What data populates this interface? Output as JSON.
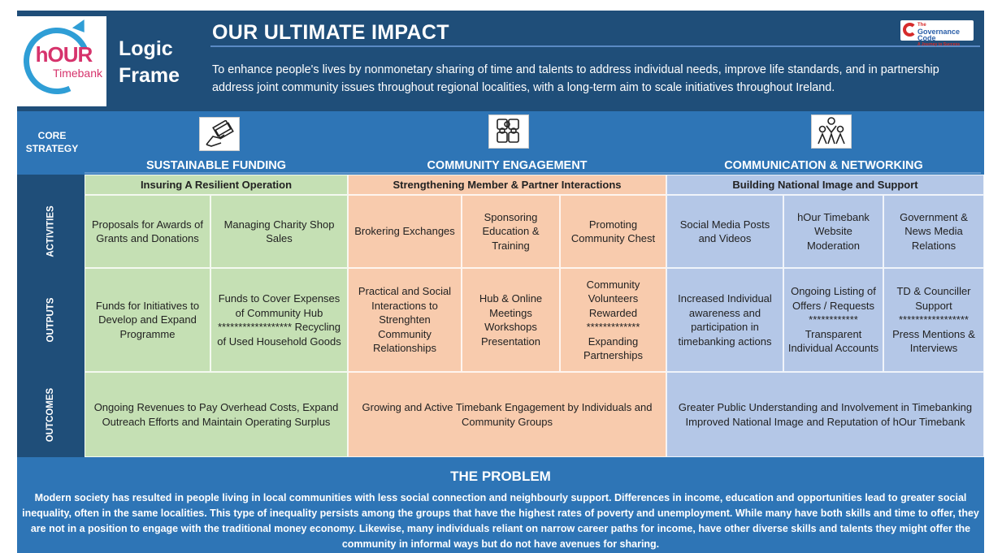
{
  "header": {
    "logo_hour": "hOUR",
    "logo_timebank": "Timebank",
    "logic_frame": "Logic Frame",
    "impact_title": "OUR ULTIMATE IMPACT",
    "impact_body": "To enhance people's lives by nonmonetary sharing of time and talents to address individual needs, improve life standards, and in partnership address joint community issues  throughout regional localities, with a long-term aim to scale initiatives throughout Ireland.",
    "governance_logo_lines": [
      "The",
      "Governance Code",
      "A Journey to Success"
    ]
  },
  "core_strategy": {
    "label": "CORE STRATEGY",
    "strategies": [
      {
        "title": "SUSTAINABLE FUNDING",
        "icon": "hand-money-icon"
      },
      {
        "title": "COMMUNITY ENGAGEMENT",
        "icon": "puzzle-pieces-icon"
      },
      {
        "title": "COMMUNICATION & NETWORKING",
        "icon": "people-network-icon"
      }
    ]
  },
  "rows": {
    "activities": "ACTIVITIES",
    "outputs": "OUTPUTS",
    "outcomes": "OUTCOMES"
  },
  "columns": {
    "funding": {
      "header": "Insuring A Resilient Operation",
      "activities": [
        "Proposals for Awards of  Grants and Donations",
        "Managing Charity Shop Sales"
      ],
      "outputs": [
        "Funds for Initiatives to Develop and Expand Programme",
        "Funds to Cover Expenses of Community Hub ****************** Recycling of Used Household Goods"
      ],
      "outcome": "Ongoing Revenues to Pay Overhead Costs, Expand Outreach Efforts and Maintain Operating Surplus"
    },
    "engagement": {
      "header": "Strengthening Member & Partner Interactions",
      "activities": [
        "Brokering Exchanges",
        "Sponsoring Education & Training",
        "Promoting Community Chest"
      ],
      "outputs": [
        "Practical and Social Interactions to Strenghten Community Relationships",
        "Hub & Online Meetings Workshops Presentation",
        "Community Volunteers Rewarded ************* Expanding Partnerships"
      ],
      "outcome": "Growing and Active Timebank Engagement by Individuals and Community Groups"
    },
    "networking": {
      "header": "Building National Image and Support",
      "activities": [
        "Social Media Posts and Videos",
        "hOur Timebank Website Moderation",
        "Government & News Media Relations"
      ],
      "outputs": [
        "Increased Individual awareness and participation in timebanking actions",
        "Ongoing Listing of Offers / Requests ************ Transparent Individual Accounts",
        "TD & Counciller Support ***************** Press Mentions & Interviews"
      ],
      "outcome": "Greater Public Understanding and Involvement in Timebanking Improved National Image and Reputation of hOur Timebank"
    }
  },
  "problem": {
    "title": "THE PROBLEM",
    "body": "Modern society has resulted in people living in local communities with less social connection and neighbourly support.  Differences in income, education and opportunities lead to greater social inequality, often in the same localities.  This type of inequality persists among the groups that have the highest rates of poverty and unemployment.  While many have both skills and time to offer, they are not in a position to engage with the traditional money economy.  Likewise, many individuals reliant on narrow career paths for income, have other diverse skills and talents they might offer the community in informal ways but do not have avenues for sharing."
  },
  "colors": {
    "dark_blue": "#1f4e79",
    "mid_blue": "#2e75b6",
    "green": "#c5e0b4",
    "peach": "#f8cbad",
    "lavender": "#b4c7e7"
  }
}
